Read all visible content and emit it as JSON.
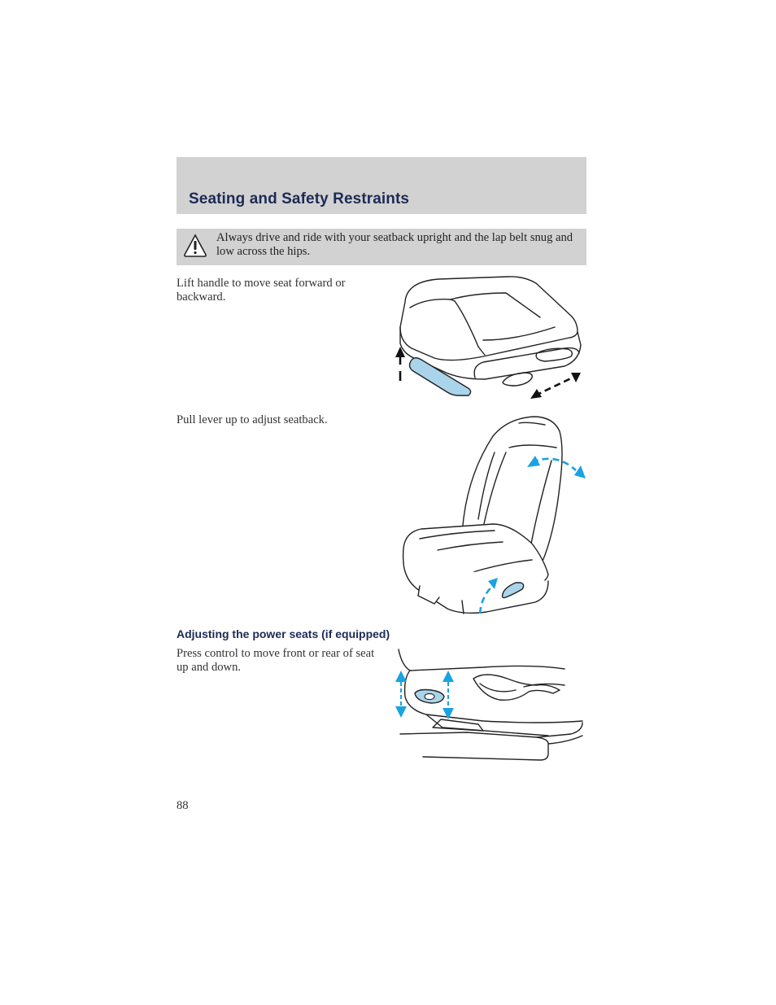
{
  "header": {
    "section_title": "Seating and Safety Restraints"
  },
  "warning": {
    "icon": "warning-triangle-icon",
    "text": "Always drive and ride with your seatback upright and the lap belt snug and low across the hips."
  },
  "paragraphs": {
    "seat_handle": "Lift handle to move seat forward or backward.",
    "seatback_lever": "Pull lever up to adjust seatback.",
    "power_control": "Press control to move front or rear of seat up and down."
  },
  "subheading": "Adjusting the power seats (if equipped)",
  "page_number": "88",
  "colors": {
    "header_band": "#d2d2d2",
    "title_text": "#1e2a55",
    "arrow_blue": "#1aa3e0",
    "handle_blue": "#a9d4ea"
  }
}
